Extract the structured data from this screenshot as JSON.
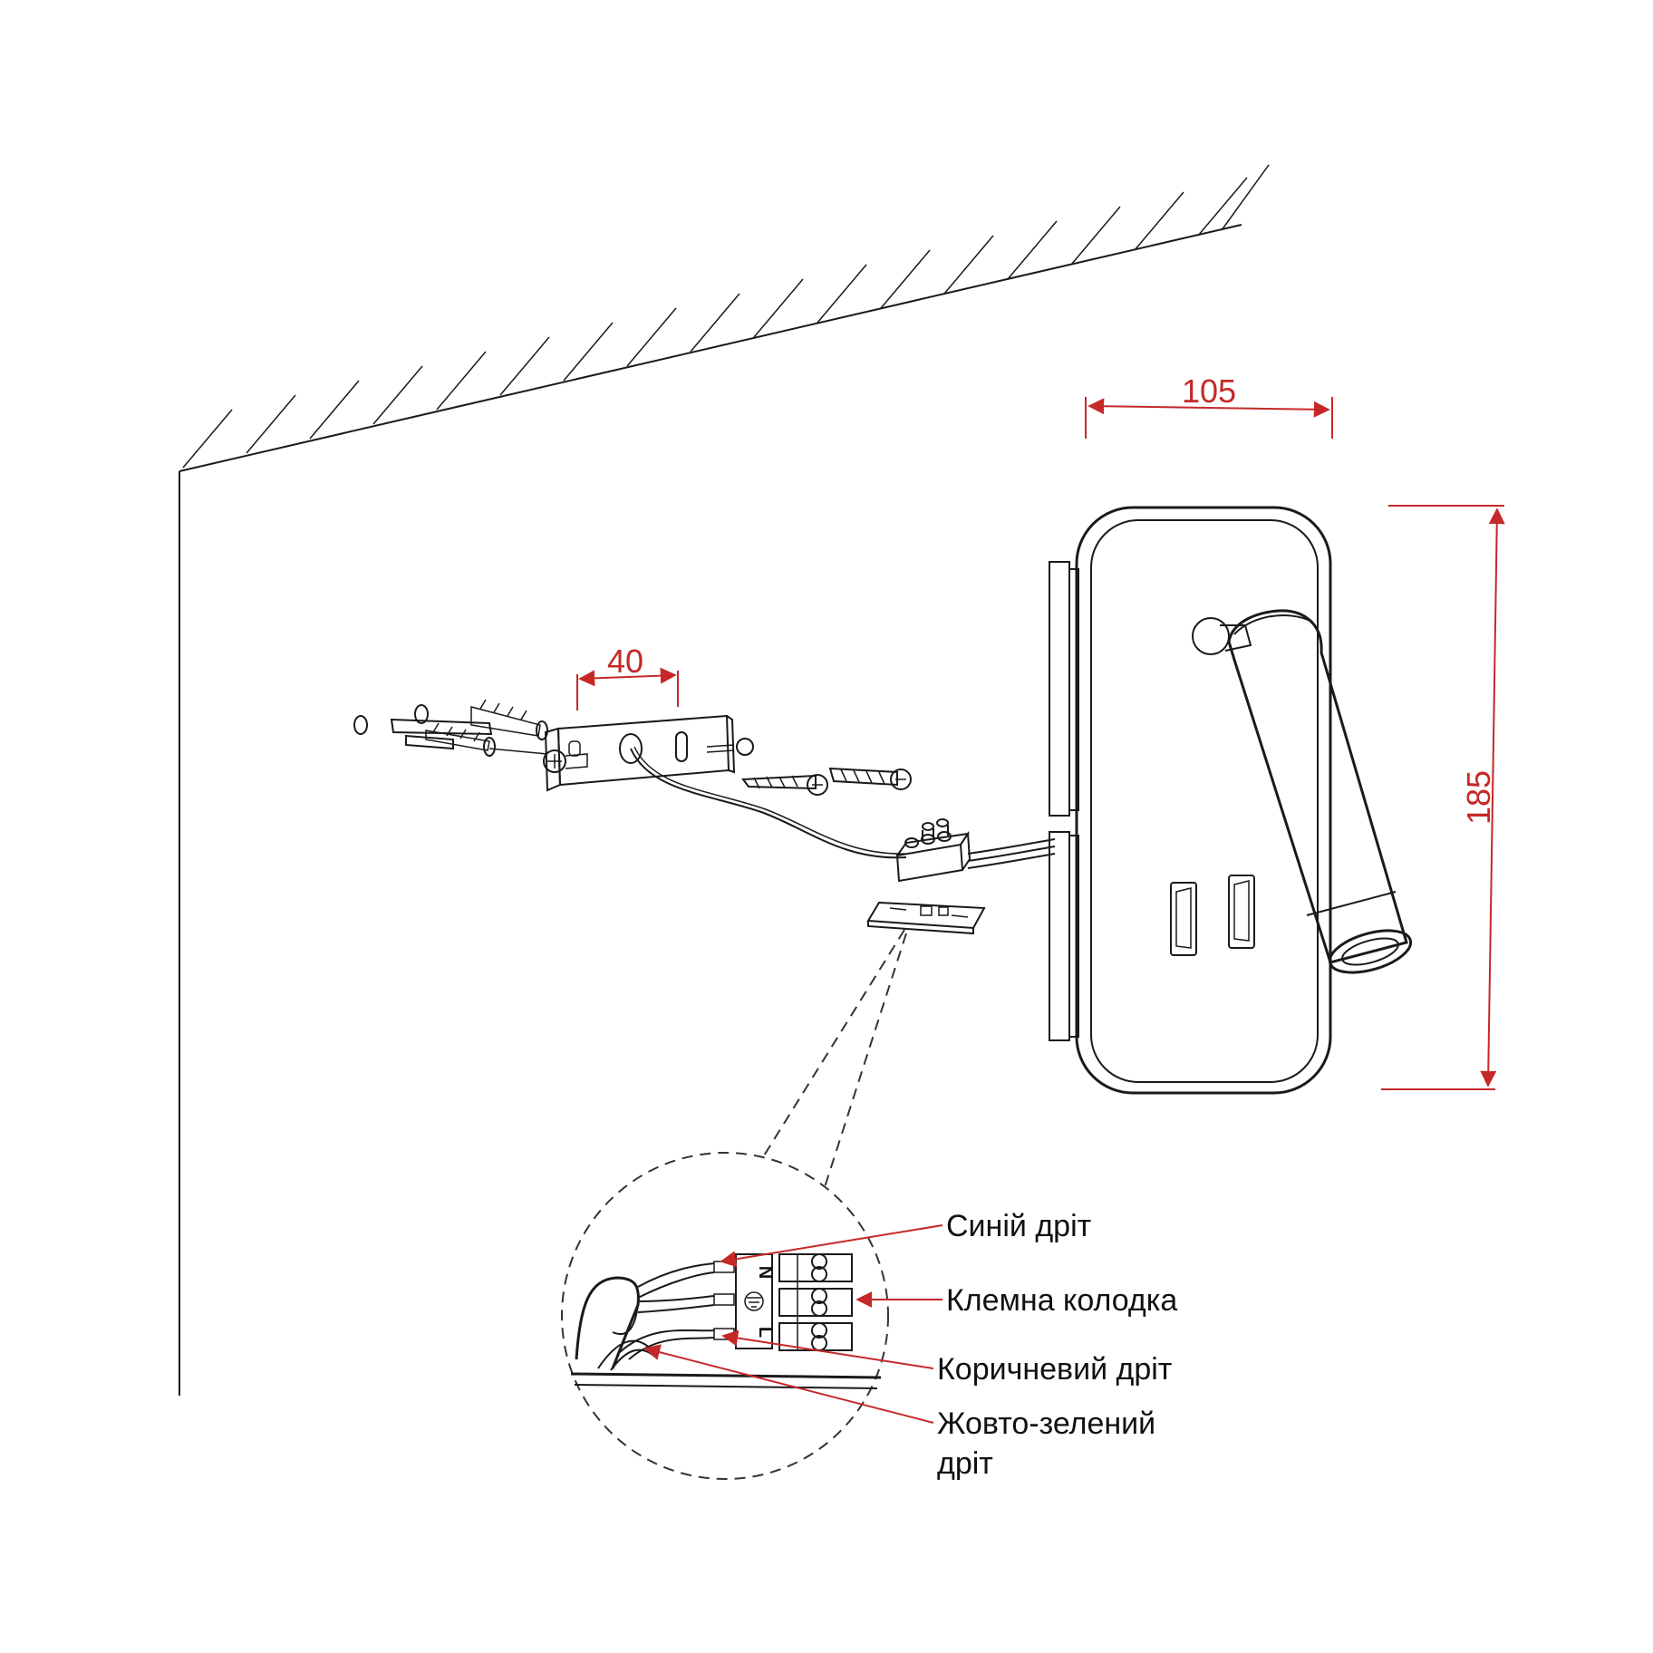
{
  "dimensions": {
    "width_label": "105",
    "height_label": "185",
    "bracket_label": "40"
  },
  "terminal_marks": {
    "neutral": "N",
    "live": "L"
  },
  "callouts": {
    "blue_wire": "Синій дріт",
    "terminal_block": "Клемна колодка",
    "brown_wire": "Коричневий дріт",
    "ground_wire_line1": "Жовто-зелений",
    "ground_wire_line2": "дріт"
  },
  "colors": {
    "dimension": "#c62828",
    "drawing": "#1a1a1a"
  }
}
